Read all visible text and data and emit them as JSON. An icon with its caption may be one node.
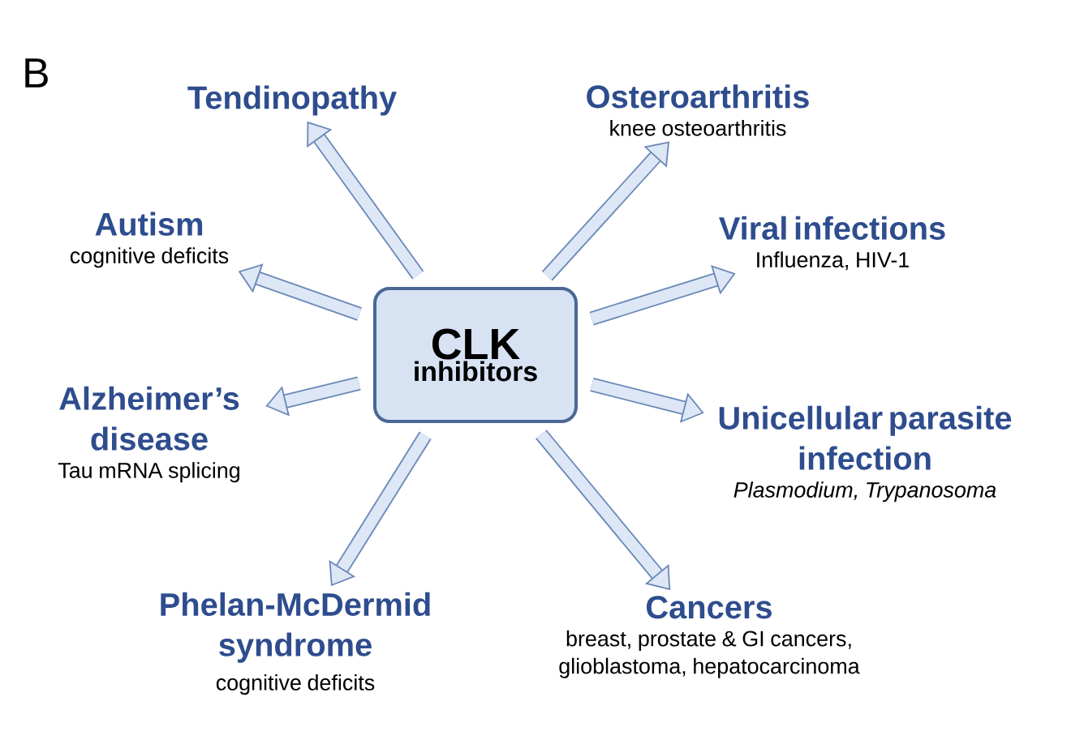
{
  "diagram": {
    "nodes": [
      {
        "text": [
          "CLK",
          "inhibitors"
        ]
      },
      {
        "text": [
          "Tendinopathy"
        ]
      },
      {
        "text": [
          "Osteroarthritis",
          "knee osteoarthritis"
        ]
      },
      {
        "text": [
          "Autism",
          "cognitive deficits"
        ]
      },
      {
        "text": [
          "Viral infections",
          "Influenza, HIV-1"
        ]
      },
      {
        "text": [
          "Alzheimer’s disease",
          "Tau mRNA splicing"
        ]
      },
      {
        "text": [
          "Unicellular parasite infection",
          "*Plasmodium, Trypanosoma*"
        ]
      },
      {
        "text": [
          "Phelan-McDermid syndrome",
          "cognitive deficits"
        ]
      },
      {
        "text": [
          "Cancers",
          "breast, prostate & GI cancers, glioblastoma, hepatocarcinoma"
        ]
      }
    ],
    "edges": [
      {
        "from": 0,
        "to": 1,
        "arrow": "to"
      },
      {
        "from": 0,
        "to": 2,
        "arrow": "to"
      },
      {
        "from": 0,
        "to": 3,
        "arrow": "to"
      },
      {
        "from": 0,
        "to": 4,
        "arrow": "to"
      },
      {
        "from": 0,
        "to": 5,
        "arrow": "to"
      },
      {
        "from": 0,
        "to": 6,
        "arrow": "to"
      },
      {
        "from": 0,
        "to": 7,
        "arrow": "to"
      },
      {
        "from": 0,
        "to": 8,
        "arrow": "to"
      }
    ],
    "labels": [
      "B"
    ]
  }
}
